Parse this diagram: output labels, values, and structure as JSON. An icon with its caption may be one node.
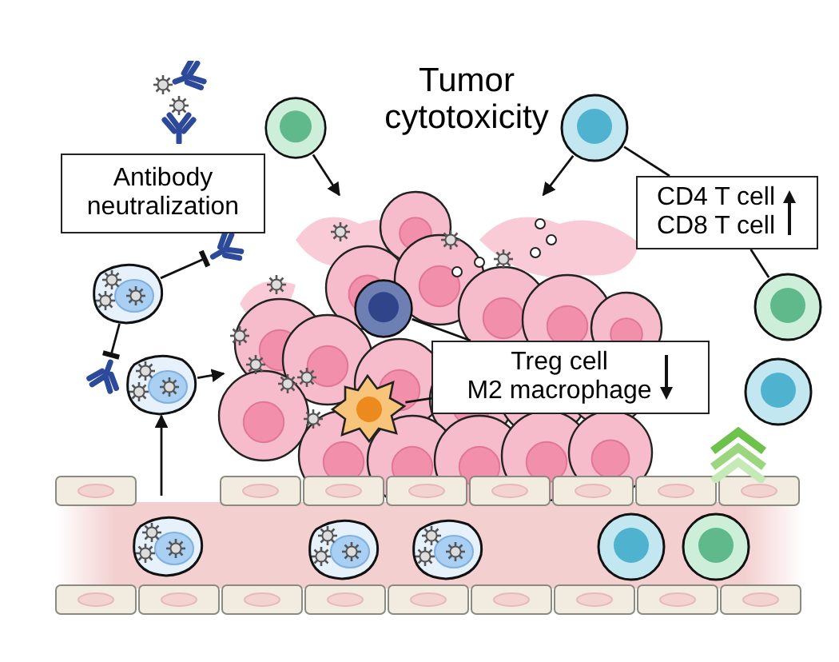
{
  "diagram": {
    "nodes": [
      {
        "text": [
          "Tumor cytotoxicity"
        ]
      },
      {
        "text": [
          "Antibody neutralization"
        ]
      },
      {
        "text": [
          "CD4 T cell",
          "CD8 T cell"
        ]
      },
      {
        "text": [
          "Treg cell",
          "M2 macrophage"
        ]
      },
      {
        "text": [],
        "shape": "circle"
      },
      {
        "text": [],
        "shape": "circle"
      },
      {
        "text": [],
        "shape": "picture"
      },
      {
        "text": [],
        "shape": "circle"
      },
      {
        "text": [],
        "shape": "picture"
      },
      {
        "text": [],
        "shape": "picture"
      },
      {
        "text": [],
        "shape": "circle"
      },
      {
        "text": [],
        "shape": "circle"
      },
      {
        "text": [],
        "shape": "circle"
      },
      {
        "text": [],
        "shape": "circle",
        "in": 6
      },
      {
        "text": [],
        "shape": "circle",
        "in": 6
      },
      {
        "text": [],
        "shape": "picture"
      },
      {
        "text": [],
        "shape": "circle",
        "in": 15
      },
      {
        "text": [],
        "shape": "circle",
        "in": 15
      },
      {
        "text": [],
        "shape": "circle",
        "in": 15
      },
      {
        "text": [],
        "shape": "circle",
        "in": 15
      },
      {
        "text": [],
        "shape": "circle",
        "in": 15
      }
    ],
    "edges": [
      {
        "from": 4,
        "to": 6,
        "arrow": "to"
      },
      {
        "from": 5,
        "to": 6,
        "arrow": "to"
      },
      {
        "from": 7,
        "to": 8,
        "arrow": "other"
      },
      {
        "from": 7,
        "to": 9,
        "arrow": "other"
      },
      {
        "from": 10,
        "to": 6,
        "arrow": "to"
      },
      {
        "from": 15,
        "to": 10,
        "arrow": "to"
      },
      {
        "from": 2,
        "to": 5,
        "arrow": "none"
      },
      {
        "from": 2,
        "to": 11,
        "arrow": "none"
      },
      {
        "from": 3,
        "to": 13,
        "arrow": "none"
      },
      {
        "from": 3,
        "to": 14,
        "arrow": "none"
      }
    ]
  }
}
